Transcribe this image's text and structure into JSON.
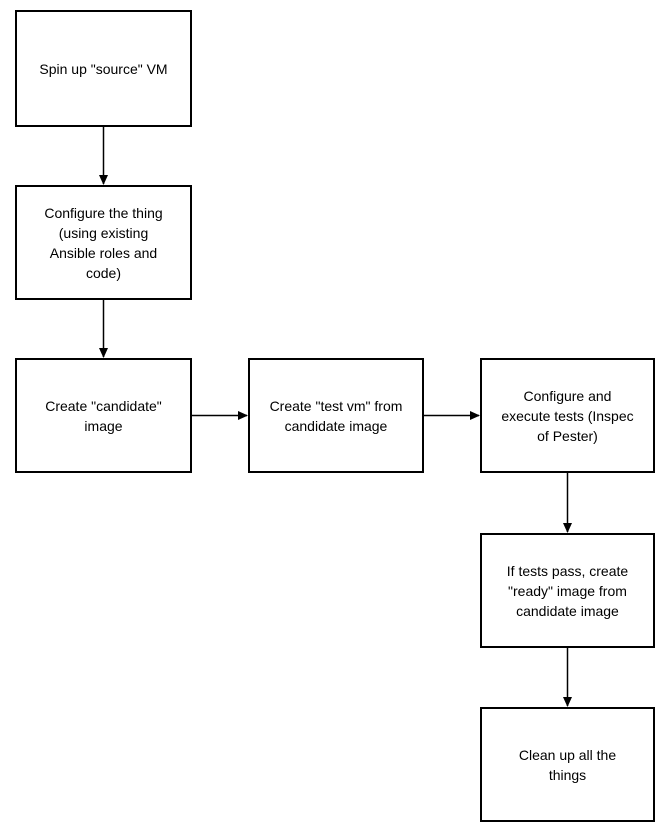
{
  "diagram": {
    "type": "flowchart",
    "nodes": [
      {
        "id": "spin-up-source-vm",
        "label": "Spin up \"source\" VM"
      },
      {
        "id": "configure-the-thing",
        "label": "Configure the thing\n(using existing\nAnsible roles and\ncode)"
      },
      {
        "id": "create-candidate-image",
        "label": "Create \"candidate\"\nimage"
      },
      {
        "id": "create-test-vm",
        "label": "Create \"test vm\" from\ncandidate image"
      },
      {
        "id": "configure-execute-tests",
        "label": "Configure and\nexecute tests (Inspec\nof Pester)"
      },
      {
        "id": "create-ready-image",
        "label": "If tests pass, create\n\"ready\" image from\ncandidate image"
      },
      {
        "id": "clean-up",
        "label": "Clean up all the\nthings"
      }
    ],
    "edges": [
      {
        "from": "spin-up-source-vm",
        "to": "configure-the-thing",
        "direction": "down"
      },
      {
        "from": "configure-the-thing",
        "to": "create-candidate-image",
        "direction": "down"
      },
      {
        "from": "create-candidate-image",
        "to": "create-test-vm",
        "direction": "right"
      },
      {
        "from": "create-test-vm",
        "to": "configure-execute-tests",
        "direction": "right"
      },
      {
        "from": "configure-execute-tests",
        "to": "create-ready-image",
        "direction": "down"
      },
      {
        "from": "create-ready-image",
        "to": "clean-up",
        "direction": "down"
      }
    ],
    "colors": {
      "node_border": "#000000",
      "node_fill": "#ffffff",
      "connector": "#000000",
      "text": "#000000"
    }
  }
}
